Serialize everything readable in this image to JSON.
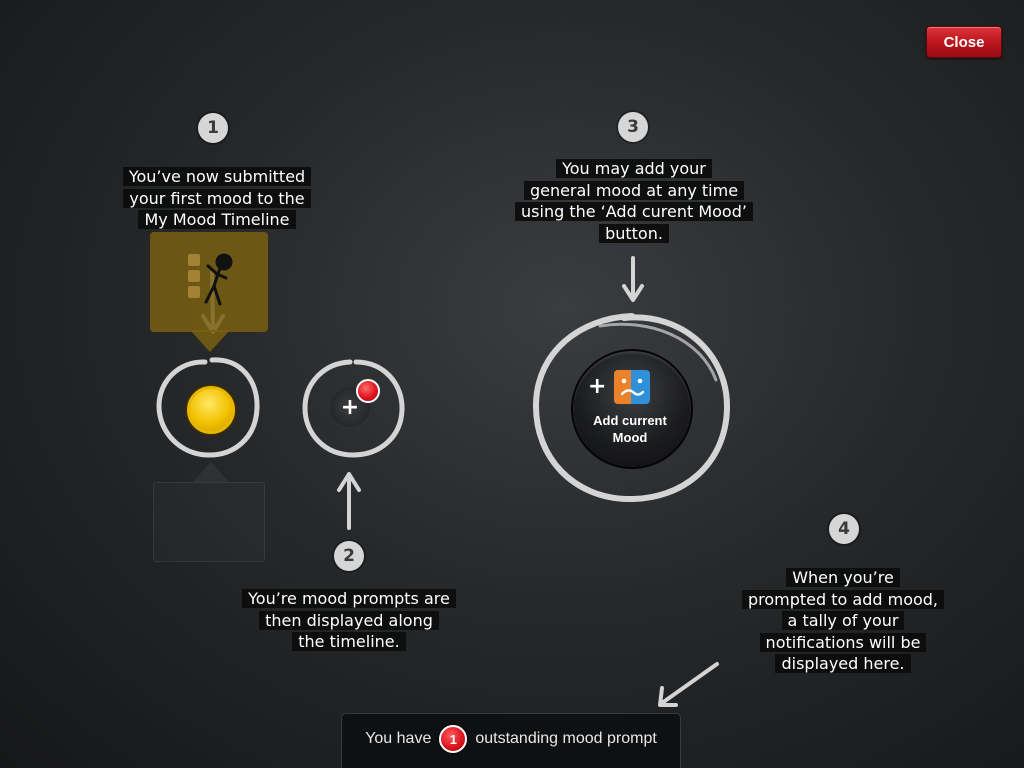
{
  "close_button": {
    "label": "Close"
  },
  "steps": [
    {
      "number": "1",
      "lines": [
        "You’ve now submitted",
        "your first mood to the",
        "My Mood Timeline"
      ]
    },
    {
      "number": "2",
      "lines": [
        "You’re mood prompts are",
        "then displayed along",
        "the timeline."
      ]
    },
    {
      "number": "3",
      "lines": [
        "You may add your",
        "general mood at any time",
        "using the ‘Add curent Mood’",
        "button."
      ]
    },
    {
      "number": "4",
      "lines": [
        "When you’re",
        "prompted to add mood,",
        "a tally of your",
        "notifications will be",
        "displayed here."
      ]
    }
  ],
  "add_mood_button": {
    "line1": "Add current",
    "line2": "Mood",
    "icon": "add-mood-face-icon"
  },
  "status": {
    "prefix": "You have",
    "count": "1",
    "suffix": "outstanding mood prompt"
  },
  "colors": {
    "close_red": "#c8171f",
    "mood_yellow": "#f2c200",
    "alert_red": "#e0141e",
    "face_orange": "#e9822a",
    "face_blue": "#2f8fd8"
  }
}
